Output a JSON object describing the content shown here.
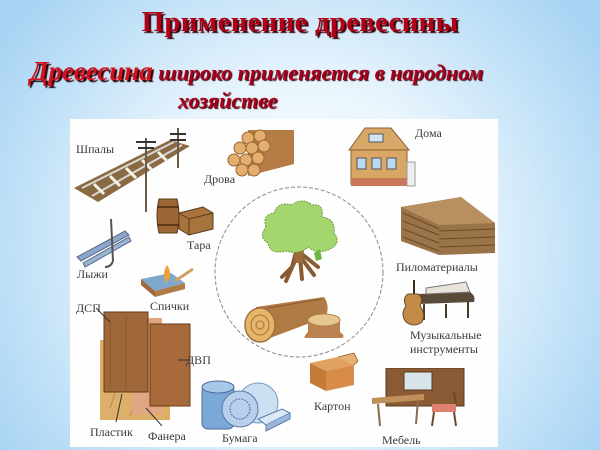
{
  "slide": {
    "title": "Применение древесины",
    "subtitle": {
      "accent": "Древесина",
      "rest_line1": " широко применяется в народном",
      "line2": "хозяйстве"
    }
  },
  "diagram": {
    "center": {
      "items": [
        "tree",
        "log",
        "stump"
      ]
    },
    "items": [
      {
        "id": "shpaly",
        "label": "Шпалы",
        "icon": "railroad-sleepers-icon"
      },
      {
        "id": "drova",
        "label": "Дрова",
        "icon": "firewood-icon"
      },
      {
        "id": "doma",
        "label": "Дома",
        "icon": "house-icon"
      },
      {
        "id": "tara",
        "label": "Тара",
        "icon": "barrel-crate-icon"
      },
      {
        "id": "lyzhi",
        "label": "Лыжи",
        "icon": "skis-icon"
      },
      {
        "id": "spichki",
        "label": "Спички",
        "icon": "matches-icon"
      },
      {
        "id": "pilomaterialy",
        "label": "Пиломатериалы",
        "icon": "lumber-stack-icon"
      },
      {
        "id": "muz",
        "label_line1": "Музыкальные",
        "label_line2": "инструменты",
        "icon": "musical-instruments-icon"
      },
      {
        "id": "dsp",
        "label": "ДСП",
        "icon": "chipboard-icon"
      },
      {
        "id": "dvp",
        "label": "ДВП",
        "icon": "fiberboard-icon"
      },
      {
        "id": "plastik",
        "label": "Пластик",
        "icon": "plastic-icon"
      },
      {
        "id": "fanera",
        "label": "Фанера",
        "icon": "plywood-icon"
      },
      {
        "id": "bumaga",
        "label": "Бумага",
        "icon": "paper-icon"
      },
      {
        "id": "karton",
        "label": "Картон",
        "icon": "cardboard-box-icon"
      },
      {
        "id": "mebel",
        "label": "Мебель",
        "icon": "furniture-icon"
      }
    ]
  },
  "colors": {
    "title": "#b00018",
    "accent": "#d4101c",
    "background_edge": "#a9d4f3",
    "panel": "#fefefe",
    "wood": "#b07a45",
    "foliage": "#a4d670"
  }
}
